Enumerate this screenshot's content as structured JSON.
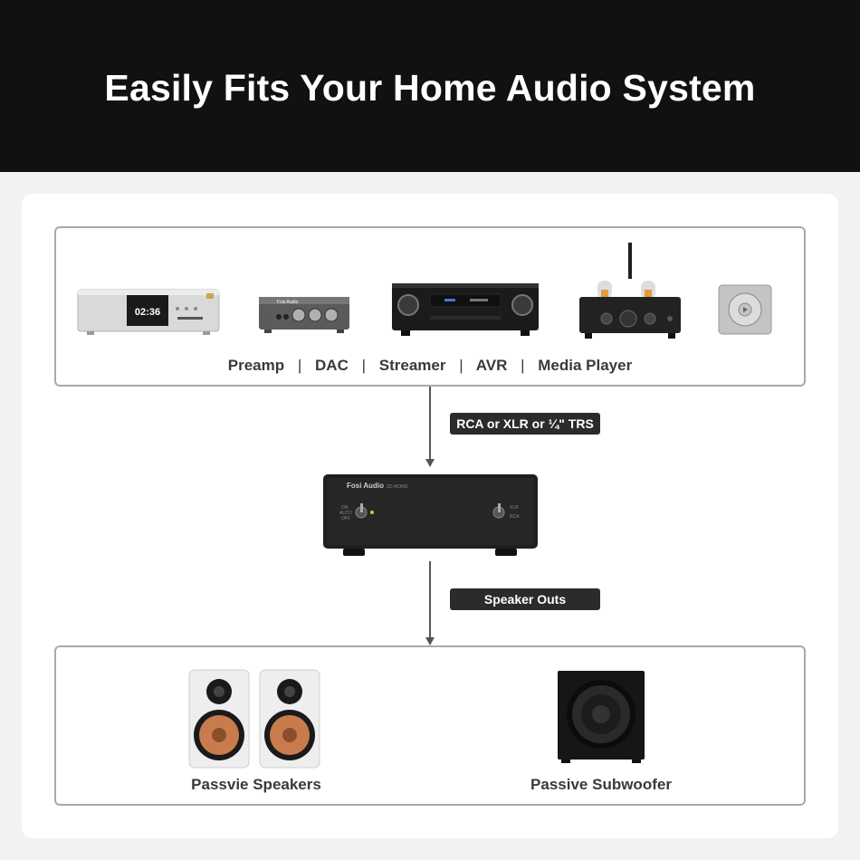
{
  "header": {
    "title": "Easily Fits Your Home Audio System"
  },
  "sources": {
    "labels": [
      "Preamp",
      "DAC",
      "Streamer",
      "AVR",
      "Media Player"
    ],
    "separator": "|"
  },
  "devices": {
    "dac_display": "02:36",
    "brand": "Fosi Audio"
  },
  "connections": {
    "input_label": "RCA or XLR or ¼\" TRS",
    "output_label": "Speaker Outs"
  },
  "amplifier": {
    "brand": "Fosi Audio",
    "model": "ZD MONO",
    "switch_left": [
      "ON",
      "AUTO",
      "OFF"
    ],
    "switch_right": [
      "XLR",
      "RCA"
    ]
  },
  "outputs": {
    "speakers_label": "Passvie Speakers",
    "subwoofer_label": "Passive Subwoofer"
  },
  "colors": {
    "header_bg": "#111111",
    "page_bg": "#f2f2f2",
    "border": "#a9a9a9",
    "pill_bg": "#2b2b2b",
    "woofer_copper": "#c87c4e"
  }
}
